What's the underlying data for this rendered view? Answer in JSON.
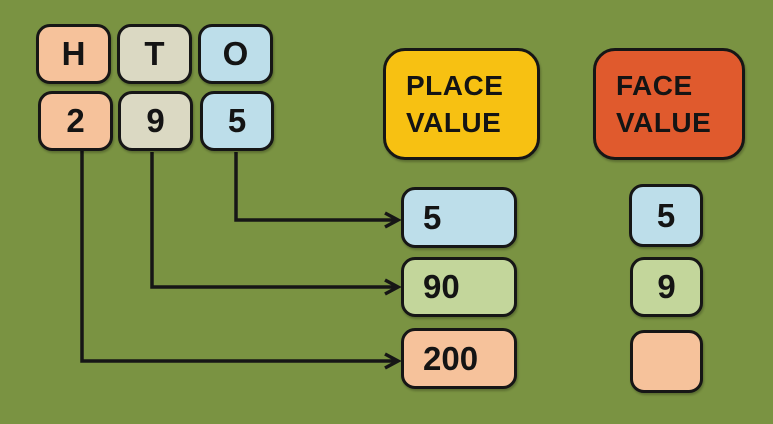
{
  "colors": {
    "background": "#7A9342",
    "peach": "#F6C29B",
    "tan": "#DBD9C3",
    "blue": "#BDDEEA",
    "green": "#C3D69B",
    "yellow": "#F7C112",
    "orange": "#E05A2D",
    "outline": "#161616"
  },
  "number_columns": {
    "headers": [
      {
        "label": "H"
      },
      {
        "label": "T"
      },
      {
        "label": "O"
      }
    ],
    "digits": [
      {
        "label": "2"
      },
      {
        "label": "9"
      },
      {
        "label": "5"
      }
    ]
  },
  "place_value": {
    "title_line1": "PLACE",
    "title_line2": "VALUE",
    "values": [
      {
        "label": "5"
      },
      {
        "label": "90"
      },
      {
        "label": "200"
      }
    ]
  },
  "face_value": {
    "title_line1": "FACE",
    "title_line2": "VALUE",
    "values": [
      {
        "label": "5"
      },
      {
        "label": "9"
      },
      {
        "label": ""
      }
    ]
  }
}
